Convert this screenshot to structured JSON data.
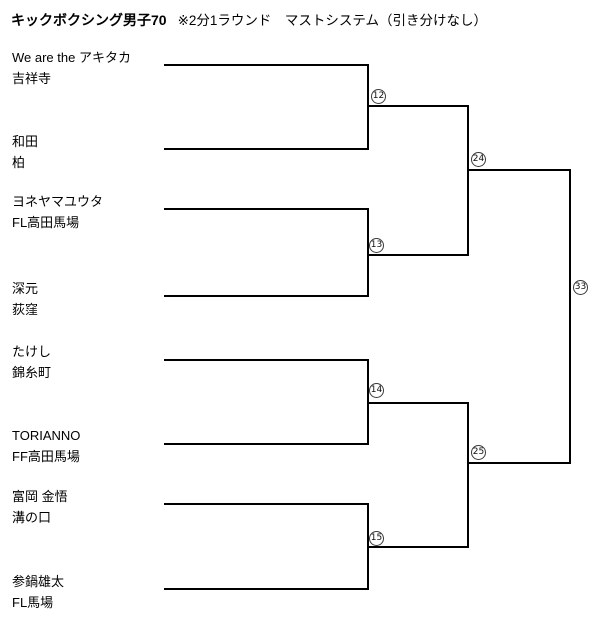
{
  "header": {
    "title": "キックボクシング男子70",
    "subtitle": "※2分1ラウンド　マストシステム（引き分けなし）"
  },
  "bracket": {
    "entries": [
      {
        "fighter": "We are the アキタカ",
        "gym": "吉祥寺"
      },
      {
        "fighter": "和田",
        "gym": "柏"
      },
      {
        "fighter": "ヨネヤマユウタ",
        "gym": "FL高田馬場"
      },
      {
        "fighter": "深元",
        "gym": "荻窪"
      },
      {
        "fighter": "たけし",
        "gym": "錦糸町"
      },
      {
        "fighter": "TORIANNO",
        "gym": "FF高田馬場"
      },
      {
        "fighter": "富岡 金悟",
        "gym": "溝の口"
      },
      {
        "fighter": "参鍋雄太",
        "gym": "FL馬場"
      }
    ],
    "match_numbers": {
      "round1": [
        "12",
        "13",
        "14",
        "15"
      ],
      "semifinals": [
        "24",
        "25"
      ],
      "final": "33"
    },
    "line_color": "#000000"
  }
}
